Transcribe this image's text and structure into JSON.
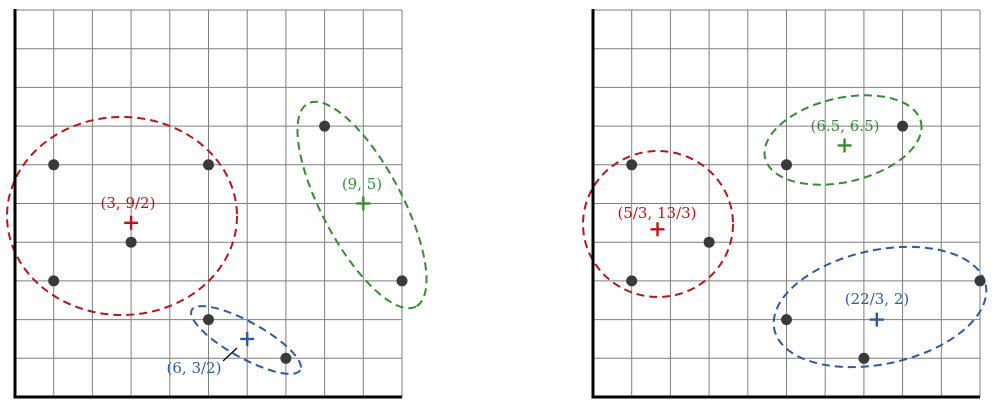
{
  "colors": {
    "red": "#b5181c",
    "green": "#3a8a35",
    "blue": "#2f5aa0",
    "point": "#3a3a3a",
    "grid": "#7f7f7f",
    "axis": "#000000"
  },
  "chart_data": [
    {
      "type": "scatter",
      "grid": true,
      "xlim": [
        0,
        10
      ],
      "ylim": [
        0,
        10
      ],
      "points": [
        {
          "x": 1,
          "y": 6
        },
        {
          "x": 5,
          "y": 6
        },
        {
          "x": 3,
          "y": 4
        },
        {
          "x": 1,
          "y": 3
        },
        {
          "x": 8,
          "y": 7
        },
        {
          "x": 10,
          "y": 3
        },
        {
          "x": 5,
          "y": 2
        },
        {
          "x": 7,
          "y": 1
        }
      ],
      "clusters": [
        {
          "color": "red",
          "centroid": {
            "x": 3,
            "y": 4.5
          },
          "label": "(3, 9/2)"
        },
        {
          "color": "green",
          "centroid": {
            "x": 9,
            "y": 5
          },
          "label": "(9, 5)"
        },
        {
          "color": "blue",
          "centroid": {
            "x": 6,
            "y": 1.5
          },
          "label": "(6, 3/2)"
        }
      ]
    },
    {
      "type": "scatter",
      "grid": true,
      "xlim": [
        0,
        10
      ],
      "ylim": [
        0,
        10
      ],
      "points": [
        {
          "x": 1,
          "y": 6
        },
        {
          "x": 1,
          "y": 3
        },
        {
          "x": 3,
          "y": 4
        },
        {
          "x": 5,
          "y": 6
        },
        {
          "x": 8,
          "y": 7
        },
        {
          "x": 10,
          "y": 3
        },
        {
          "x": 5,
          "y": 2
        },
        {
          "x": 7,
          "y": 1
        }
      ],
      "clusters": [
        {
          "color": "red",
          "centroid": {
            "x": 1.667,
            "y": 4.333
          },
          "label": "(5/3, 13/3)"
        },
        {
          "color": "green",
          "centroid": {
            "x": 6.5,
            "y": 6.5
          },
          "label": "(6.5, 6.5)"
        },
        {
          "color": "blue",
          "centroid": {
            "x": 7.333,
            "y": 2
          },
          "label": "(22/3, 2)"
        }
      ]
    }
  ]
}
